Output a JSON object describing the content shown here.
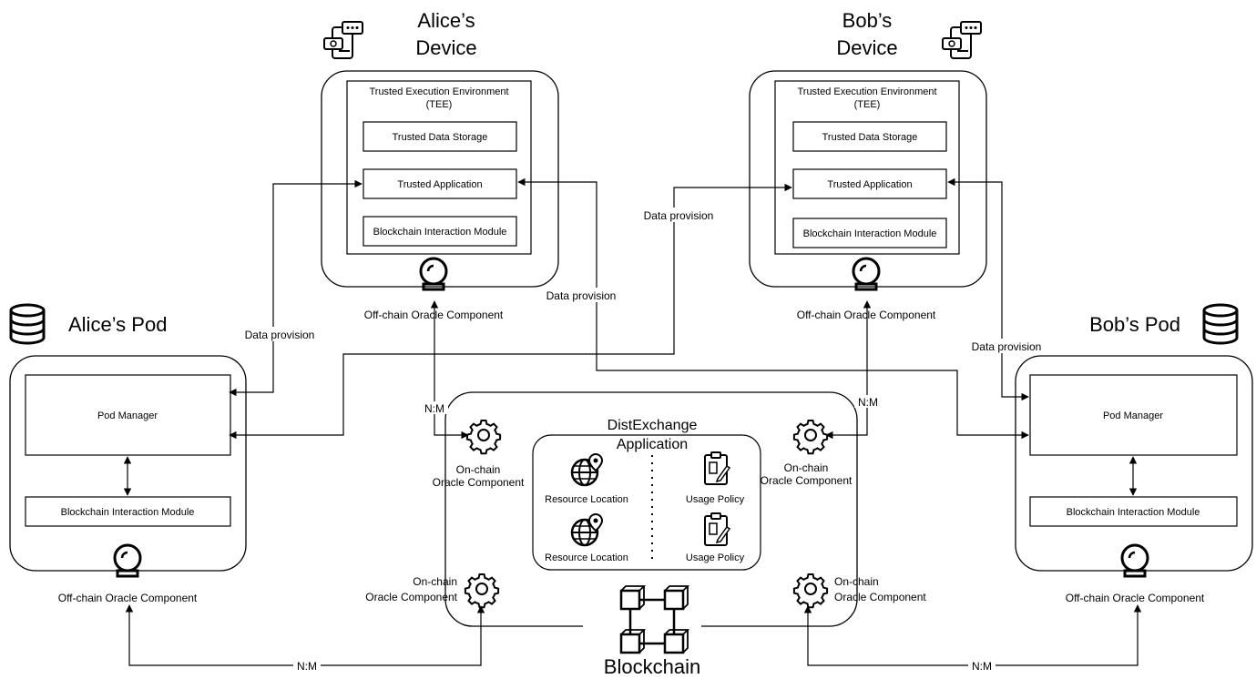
{
  "alice_device": {
    "title_line1": "Alice’s",
    "title_line2": "Device",
    "tee_line1": "Trusted Execution Environment",
    "tee_line2": "(TEE)",
    "storage": "Trusted Data Storage",
    "app": "Trusted Application",
    "bim": "Blockchain Interaction Module",
    "oracle": "Off-chain Oracle Component"
  },
  "bob_device": {
    "title_line1": "Bob’s",
    "title_line2": "Device",
    "tee_line1": "Trusted Execution Environment",
    "tee_line2": "(TEE)",
    "storage": "Trusted Data Storage",
    "app": "Trusted Application",
    "bim": "Blockchain Interaction Module",
    "oracle": "Off-chain Oracle Component"
  },
  "alice_pod": {
    "title": "Alice’s Pod",
    "manager": "Pod Manager",
    "bim": "Blockchain Interaction Module",
    "oracle": "Off-chain Oracle Component"
  },
  "bob_pod": {
    "title": "Bob’s Pod",
    "manager": "Pod Manager",
    "bim": "Blockchain Interaction Module",
    "oracle": "Off-chain Oracle Component"
  },
  "blockchain": {
    "title": "Blockchain",
    "onchain_line1": "On-chain",
    "onchain_line2": "Oracle Component"
  },
  "distexchange": {
    "title_line1": "DistExchange",
    "title_line2": "Application",
    "resource_location": "Resource Location",
    "usage_policy": "Usage Policy"
  },
  "edges": {
    "data_provision": "Data provision",
    "nm": "N:M"
  },
  "icons": {
    "device": "chat-phone-icon",
    "pod": "database-icon",
    "oracle": "crystal-ball-icon",
    "onchain": "gear-icon",
    "globe": "globe-pin-icon",
    "policy": "clipboard-icon",
    "blockchain": "blockchain-cubes-icon"
  }
}
